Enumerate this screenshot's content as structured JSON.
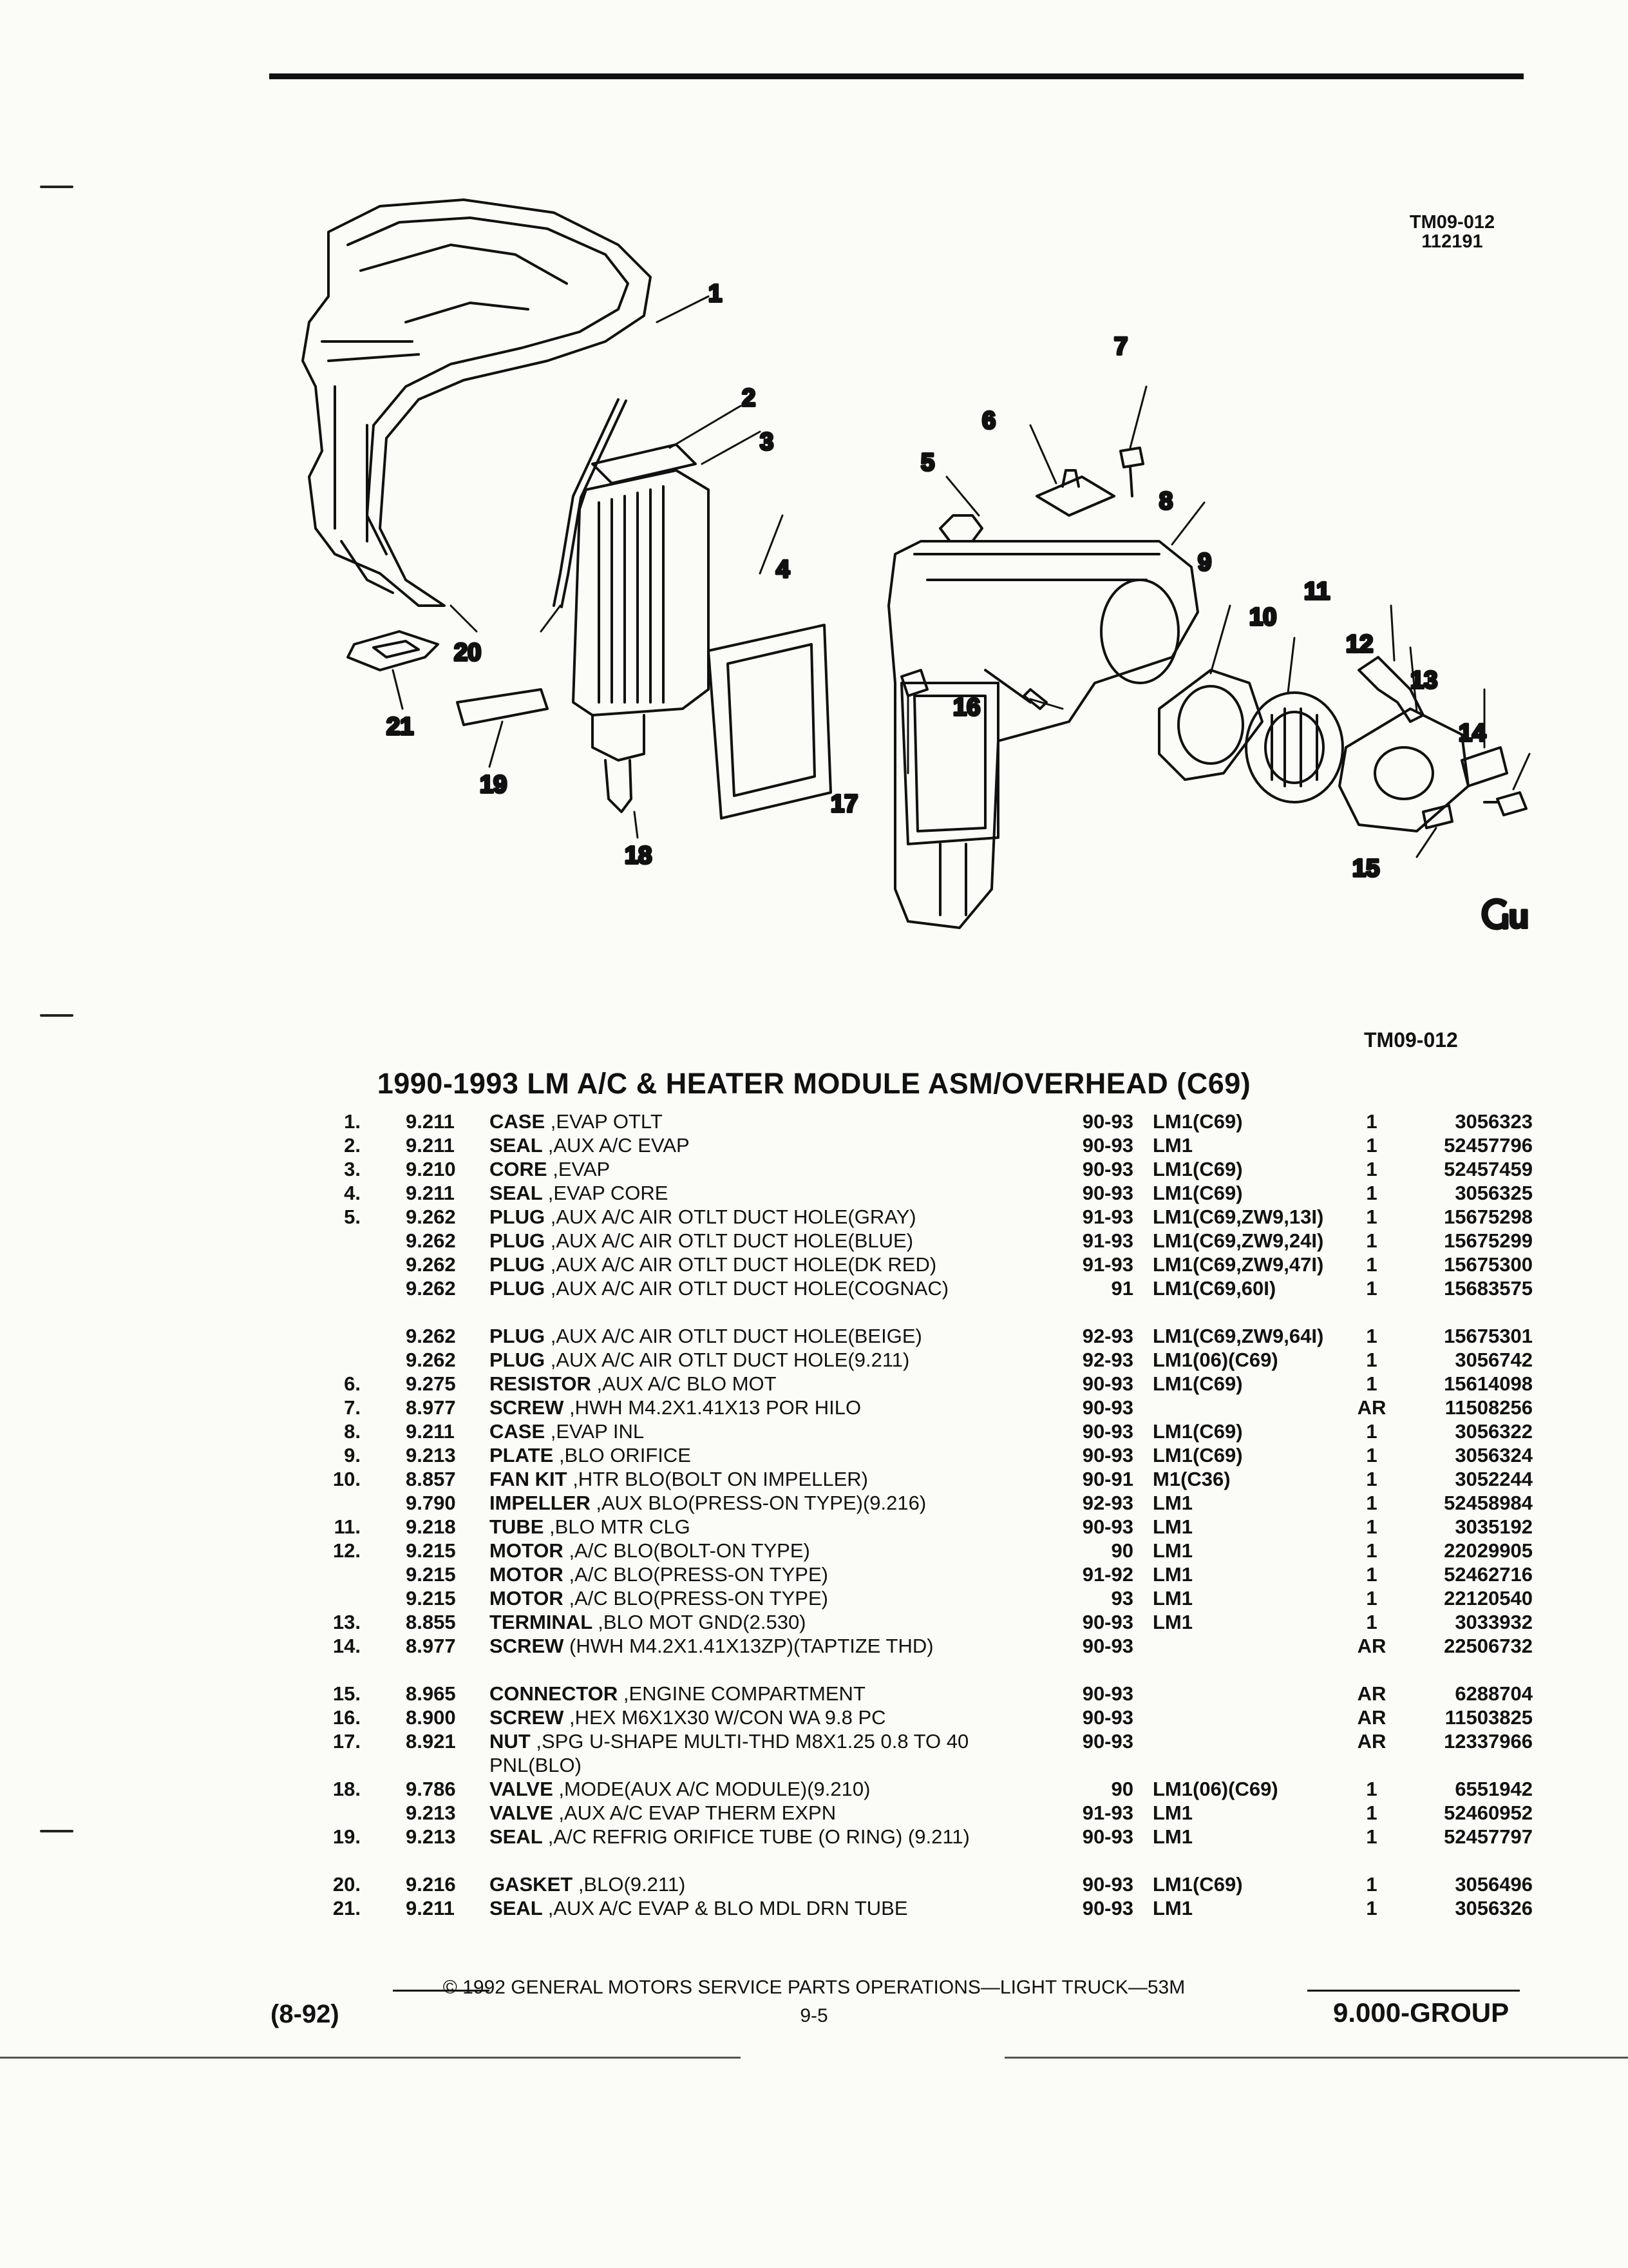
{
  "header": {
    "figure_id": "TM09-012",
    "figure_date": "112191"
  },
  "figure": {
    "ref": "TM09-012",
    "callouts": [
      "1",
      "2",
      "3",
      "4",
      "5",
      "6",
      "7",
      "8",
      "9",
      "10",
      "11",
      "12",
      "13",
      "14",
      "15",
      "16",
      "17",
      "18",
      "19",
      "20",
      "21"
    ],
    "logo_text": "Ⴚu"
  },
  "title": "1990-1993 LM A/C & HEATER MODULE ASM/OVERHEAD (C69)",
  "parts": [
    {
      "num": "1.",
      "group": "9.211",
      "name": "CASE",
      "desc": ",EVAP OTLT",
      "years": "90-93",
      "model": "LM1(C69)",
      "qty": "1",
      "pn": "3056323"
    },
    {
      "num": "2.",
      "group": "9.211",
      "name": "SEAL",
      "desc": ",AUX A/C EVAP",
      "years": "90-93",
      "model": "LM1",
      "qty": "1",
      "pn": "52457796"
    },
    {
      "num": "3.",
      "group": "9.210",
      "name": "CORE",
      "desc": ",EVAP",
      "years": "90-93",
      "model": "LM1(C69)",
      "qty": "1",
      "pn": "52457459"
    },
    {
      "num": "4.",
      "group": "9.211",
      "name": "SEAL",
      "desc": ",EVAP CORE",
      "years": "90-93",
      "model": "LM1(C69)",
      "qty": "1",
      "pn": "3056325"
    },
    {
      "num": "5.",
      "group": "9.262",
      "name": "PLUG",
      "desc": ",AUX A/C AIR OTLT DUCT HOLE(GRAY)",
      "years": "91-93",
      "model": "LM1(C69,ZW9,13I)",
      "qty": "1",
      "pn": "15675298"
    },
    {
      "num": "",
      "group": "9.262",
      "name": "PLUG",
      "desc": ",AUX A/C AIR OTLT DUCT HOLE(BLUE)",
      "years": "91-93",
      "model": "LM1(C69,ZW9,24I)",
      "qty": "1",
      "pn": "15675299"
    },
    {
      "num": "",
      "group": "9.262",
      "name": "PLUG",
      "desc": ",AUX A/C AIR OTLT DUCT HOLE(DK RED)",
      "years": "91-93",
      "model": "LM1(C69,ZW9,47I)",
      "qty": "1",
      "pn": "15675300"
    },
    {
      "num": "",
      "group": "9.262",
      "name": "PLUG",
      "desc": ",AUX A/C AIR OTLT DUCT HOLE(COGNAC)",
      "years": "91",
      "model": "LM1(C69,60I)",
      "qty": "1",
      "pn": "15683575",
      "wrap": true
    },
    {
      "num": "",
      "group": "9.262",
      "name": "PLUG",
      "desc": ",AUX A/C AIR OTLT DUCT HOLE(BEIGE)",
      "years": "92-93",
      "model": "LM1(C69,ZW9,64I)",
      "qty": "1",
      "pn": "15675301"
    },
    {
      "num": "",
      "group": "9.262",
      "name": "PLUG",
      "desc": ",AUX A/C AIR OTLT DUCT HOLE(9.211)",
      "years": "92-93",
      "model": "LM1(06)(C69)",
      "qty": "1",
      "pn": "3056742"
    },
    {
      "num": "6.",
      "group": "9.275",
      "name": "RESISTOR",
      "desc": ",AUX A/C BLO MOT",
      "years": "90-93",
      "model": "LM1(C69)",
      "qty": "1",
      "pn": "15614098"
    },
    {
      "num": "7.",
      "group": "8.977",
      "name": "SCREW",
      "desc": ",HWH M4.2X1.41X13 POR HILO",
      "years": "90-93",
      "model": "",
      "qty": "AR",
      "pn": "11508256"
    },
    {
      "num": "8.",
      "group": "9.211",
      "name": "CASE",
      "desc": ",EVAP INL",
      "years": "90-93",
      "model": "LM1(C69)",
      "qty": "1",
      "pn": "3056322"
    },
    {
      "num": "9.",
      "group": "9.213",
      "name": "PLATE",
      "desc": ",BLO ORIFICE",
      "years": "90-93",
      "model": "LM1(C69)",
      "qty": "1",
      "pn": "3056324"
    },
    {
      "num": "10.",
      "group": "8.857",
      "name": "FAN KIT",
      "desc": ",HTR BLO(BOLT ON IMPELLER)",
      "years": "90-91",
      "model": "M1(C36)",
      "qty": "1",
      "pn": "3052244"
    },
    {
      "num": "",
      "group": "9.790",
      "name": "IMPELLER",
      "desc": ",AUX BLO(PRESS-ON TYPE)(9.216)",
      "years": "92-93",
      "model": "LM1",
      "qty": "1",
      "pn": "52458984"
    },
    {
      "num": "11.",
      "group": "9.218",
      "name": "TUBE",
      "desc": ",BLO MTR CLG",
      "years": "90-93",
      "model": "LM1",
      "qty": "1",
      "pn": "3035192"
    },
    {
      "num": "12.",
      "group": "9.215",
      "name": "MOTOR",
      "desc": ",A/C BLO(BOLT-ON TYPE)",
      "years": "90",
      "model": "LM1",
      "qty": "1",
      "pn": "22029905"
    },
    {
      "num": "",
      "group": "9.215",
      "name": "MOTOR",
      "desc": ",A/C BLO(PRESS-ON TYPE)",
      "years": "91-92",
      "model": "LM1",
      "qty": "1",
      "pn": "52462716"
    },
    {
      "num": "",
      "group": "9.215",
      "name": "MOTOR",
      "desc": ",A/C BLO(PRESS-ON TYPE)",
      "years": "93",
      "model": "LM1",
      "qty": "1",
      "pn": "22120540"
    },
    {
      "num": "13.",
      "group": "8.855",
      "name": "TERMINAL",
      "desc": ",BLO MOT GND(2.530)",
      "years": "90-93",
      "model": "LM1",
      "qty": "1",
      "pn": "3033932"
    },
    {
      "num": "14.",
      "group": "8.977",
      "name": "SCREW",
      "desc": "(HWH M4.2X1.41X13ZP)(TAPTIZE THD)",
      "years": "90-93",
      "model": "",
      "qty": "AR",
      "pn": "22506732",
      "wrap": true
    },
    {
      "num": "15.",
      "group": "8.965",
      "name": "CONNECTOR",
      "desc": ",ENGINE COMPARTMENT",
      "years": "90-93",
      "model": "",
      "qty": "AR",
      "pn": "6288704"
    },
    {
      "num": "16.",
      "group": "8.900",
      "name": "SCREW",
      "desc": ",HEX M6X1X30 W/CON WA 9.8 PC",
      "years": "90-93",
      "model": "",
      "qty": "AR",
      "pn": "11503825"
    },
    {
      "num": "17.",
      "group": "8.921",
      "name": "NUT",
      "desc": ",SPG U-SHAPE MULTI-THD M8X1.25 0.8 TO 40 PNL(BLO)",
      "years": "90-93",
      "model": "",
      "qty": "AR",
      "pn": "12337966",
      "wrap": true
    },
    {
      "num": "18.",
      "group": "9.786",
      "name": "VALVE",
      "desc": ",MODE(AUX A/C MODULE)(9.210)",
      "years": "90",
      "model": "LM1(06)(C69)",
      "qty": "1",
      "pn": "6551942"
    },
    {
      "num": "",
      "group": "9.213",
      "name": "VALVE",
      "desc": ",AUX A/C EVAP THERM EXPN",
      "years": "91-93",
      "model": "LM1",
      "qty": "1",
      "pn": "52460952"
    },
    {
      "num": "19.",
      "group": "9.213",
      "name": "SEAL",
      "desc": ",A/C REFRIG ORIFICE TUBE (O RING) (9.211)",
      "years": "90-93",
      "model": "LM1",
      "qty": "1",
      "pn": "52457797",
      "wrap": true
    },
    {
      "num": "20.",
      "group": "9.216",
      "name": "GASKET",
      "desc": ",BLO(9.211)",
      "years": "90-93",
      "model": "LM1(C69)",
      "qty": "1",
      "pn": "3056496"
    },
    {
      "num": "21.",
      "group": "9.211",
      "name": "SEAL",
      "desc": ",AUX A/C EVAP & BLO MDL DRN TUBE",
      "years": "90-93",
      "model": "LM1",
      "qty": "1",
      "pn": "3056326"
    }
  ],
  "footer": {
    "copyright": "© 1992 GENERAL MOTORS SERVICE PARTS OPERATIONS—LIGHT TRUCK—53M",
    "revision": "(8-92)",
    "page": "9-5",
    "group": "9.000-GROUP"
  }
}
